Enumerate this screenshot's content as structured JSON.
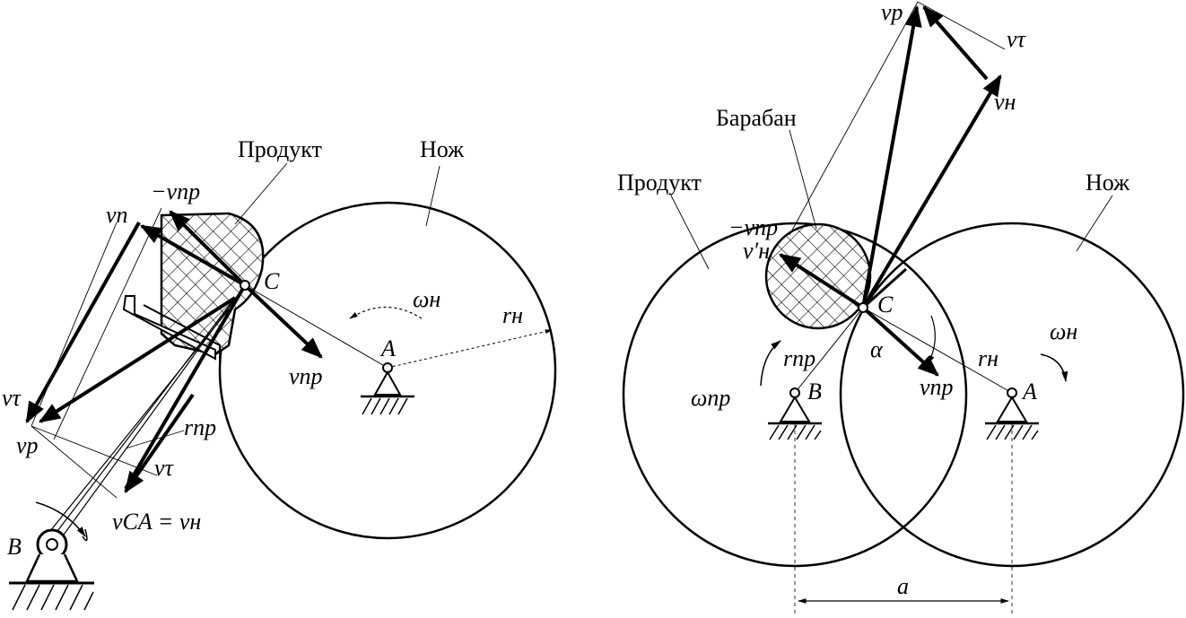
{
  "left_diagram": {
    "product_label": "Продукт",
    "knife_label": "Нож",
    "point_C": "C",
    "point_A": "A",
    "point_B": "B",
    "v_n": "vn",
    "minus_v_pr": "−vпр",
    "v_pr": "vпр",
    "omega_n": "ωн",
    "r_n": "rн",
    "v_tau": "vτ",
    "v_p": "vр",
    "r_pr": "rпр",
    "v_tau_2": "vτ",
    "v_CA": "vCA = vн"
  },
  "right_diagram": {
    "drum_label": "Барабан",
    "product_label": "Продукт",
    "knife_label": "Нож",
    "point_C": "C",
    "point_A": "A",
    "point_B": "B",
    "v_p": "vр",
    "v_tau": "vτ",
    "v_n": "vн",
    "minus_v_pr": "−vпр",
    "v_prime_n": "v′н",
    "r_pr": "rпр",
    "omega_pr": "ωпр",
    "alpha": "α",
    "r_n": "rн",
    "omega_n": "ωн",
    "v_pr": "vпр",
    "dimension_a": "a"
  }
}
